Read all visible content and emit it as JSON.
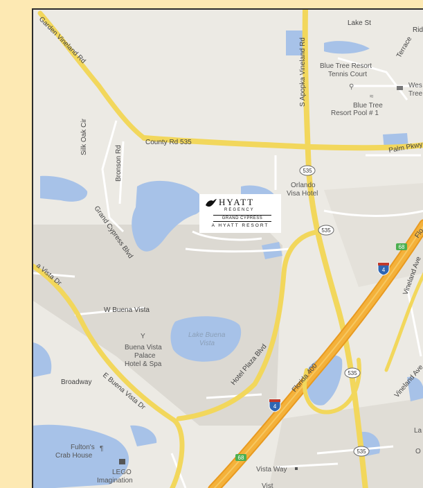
{
  "map": {
    "colors": {
      "background": "#fde9b3",
      "land": "#eceae4",
      "water": "#a7c2e8",
      "major_road": "#f2d75c",
      "highway": "#f4b13a",
      "frame": "#2b2b2b"
    },
    "labels": {
      "lake_st": "Lake St",
      "ridge": "Ridge",
      "terrace": "Terrace",
      "garden_vineland_rd": "Garden Vineland Rd",
      "s_apopka_vineland_rd": "S Apopka Vineland Rd",
      "blue_tree_tennis": "Blue Tree Resort\nTennis Court",
      "blue_tree_tennis_1": "Blue Tree Resort",
      "blue_tree_tennis_2": "Tennis Court",
      "west_tree_1": "Wes",
      "west_tree_2": "Tree",
      "blue_tree_pool_1": "Blue Tree",
      "blue_tree_pool_2": "Resort Pool # 1",
      "silk_oak_cir": "Silk Oak Cir",
      "bronson_rd": "Bronson Rd",
      "county_rd_535": "County Rd 535",
      "palm_pkwy": "Palm Pkwy",
      "orlando_visa_1": "Orlando",
      "orlando_visa_2": "Visa Hotel",
      "grand_cypress_blvd": "Grand Cypress Blvd",
      "vista_dr": "a Vista Dr",
      "w_buena_vista": "W Buena Vista",
      "lake_buena_vista_1": "Lake Buena",
      "lake_buena_vista_2": "Vista",
      "buena_vista_palace_1": "Buena Vista",
      "buena_vista_palace_2": "Palace",
      "buena_vista_palace_3": "Hotel & Spa",
      "broadway": "Broadway",
      "e_buena_vista_dr": "E Buena Vista Dr",
      "hotel_plaza_blvd": "Hotel Plaza Blvd",
      "florida_400": "Florida 400",
      "vineland_ave_1": "Vineland Ave",
      "vineland_ave_2": "Vineland Ave",
      "fl": "Flo",
      "fultons_1": "Fulton's",
      "fultons_2": "Crab House",
      "lego_1": "LEGO",
      "lego_2": "Imagination",
      "vista_way": "Vista Way",
      "vista_small": "Vist",
      "la": "La",
      "o": "O"
    },
    "shields": {
      "sr535_a": "535",
      "sr535_b": "535",
      "sr535_c": "535",
      "sr535_d": "535",
      "i4_a": "4",
      "i4_b": "4",
      "r68_a": "68",
      "r68_b": "68"
    },
    "hyatt": {
      "brand": "HYATT",
      "line1": "REGENCY",
      "line2": "GRAND CYPRESS",
      "line3": "A HYATT RESORT",
      "reg": "®"
    }
  }
}
